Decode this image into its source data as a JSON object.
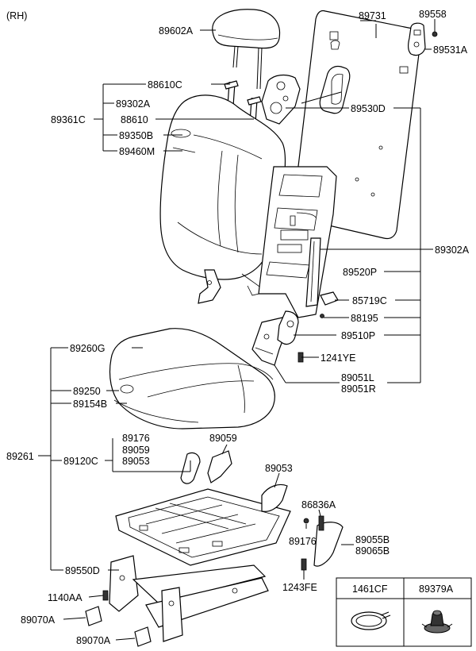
{
  "side_label": "(RH)",
  "callouts": {
    "c89602A": "89602A",
    "c89731": "89731",
    "c89558": "89558",
    "c89531A": "89531A",
    "c88610C": "88610C",
    "c89302A_top": "89302A",
    "c89361C": "89361C",
    "c88610": "88610",
    "c89530D": "89530D",
    "c89350B": "89350B",
    "c89460M": "89460M",
    "c89302A_right": "89302A",
    "c89520P": "89520P",
    "c85719C": "85719C",
    "c88195": "88195",
    "c89510P": "89510P",
    "c89260G": "89260G",
    "c1241YE": "1241YE",
    "c89051L": "89051L",
    "c89051R": "89051R",
    "c89250": "89250",
    "c89154B": "89154B",
    "c89176_a": "89176",
    "c89059_a": "89059",
    "c89059_b": "89059",
    "c89261": "89261",
    "c89120C": "89120C",
    "c89053_a": "89053",
    "c89053_b": "89053",
    "c86836A": "86836A",
    "c89176_b": "89176",
    "c89055B": "89055B",
    "c89065B": "89065B",
    "c89550D": "89550D",
    "c1243FE": "1243FE",
    "c1140AA": "1140AA",
    "c89070A_a": "89070A",
    "c89070A_b": "89070A"
  },
  "legend_table": {
    "headers": [
      "1461CF",
      "89379A"
    ],
    "icons": [
      "snap-ring-icon",
      "clip-fastener-icon"
    ]
  }
}
